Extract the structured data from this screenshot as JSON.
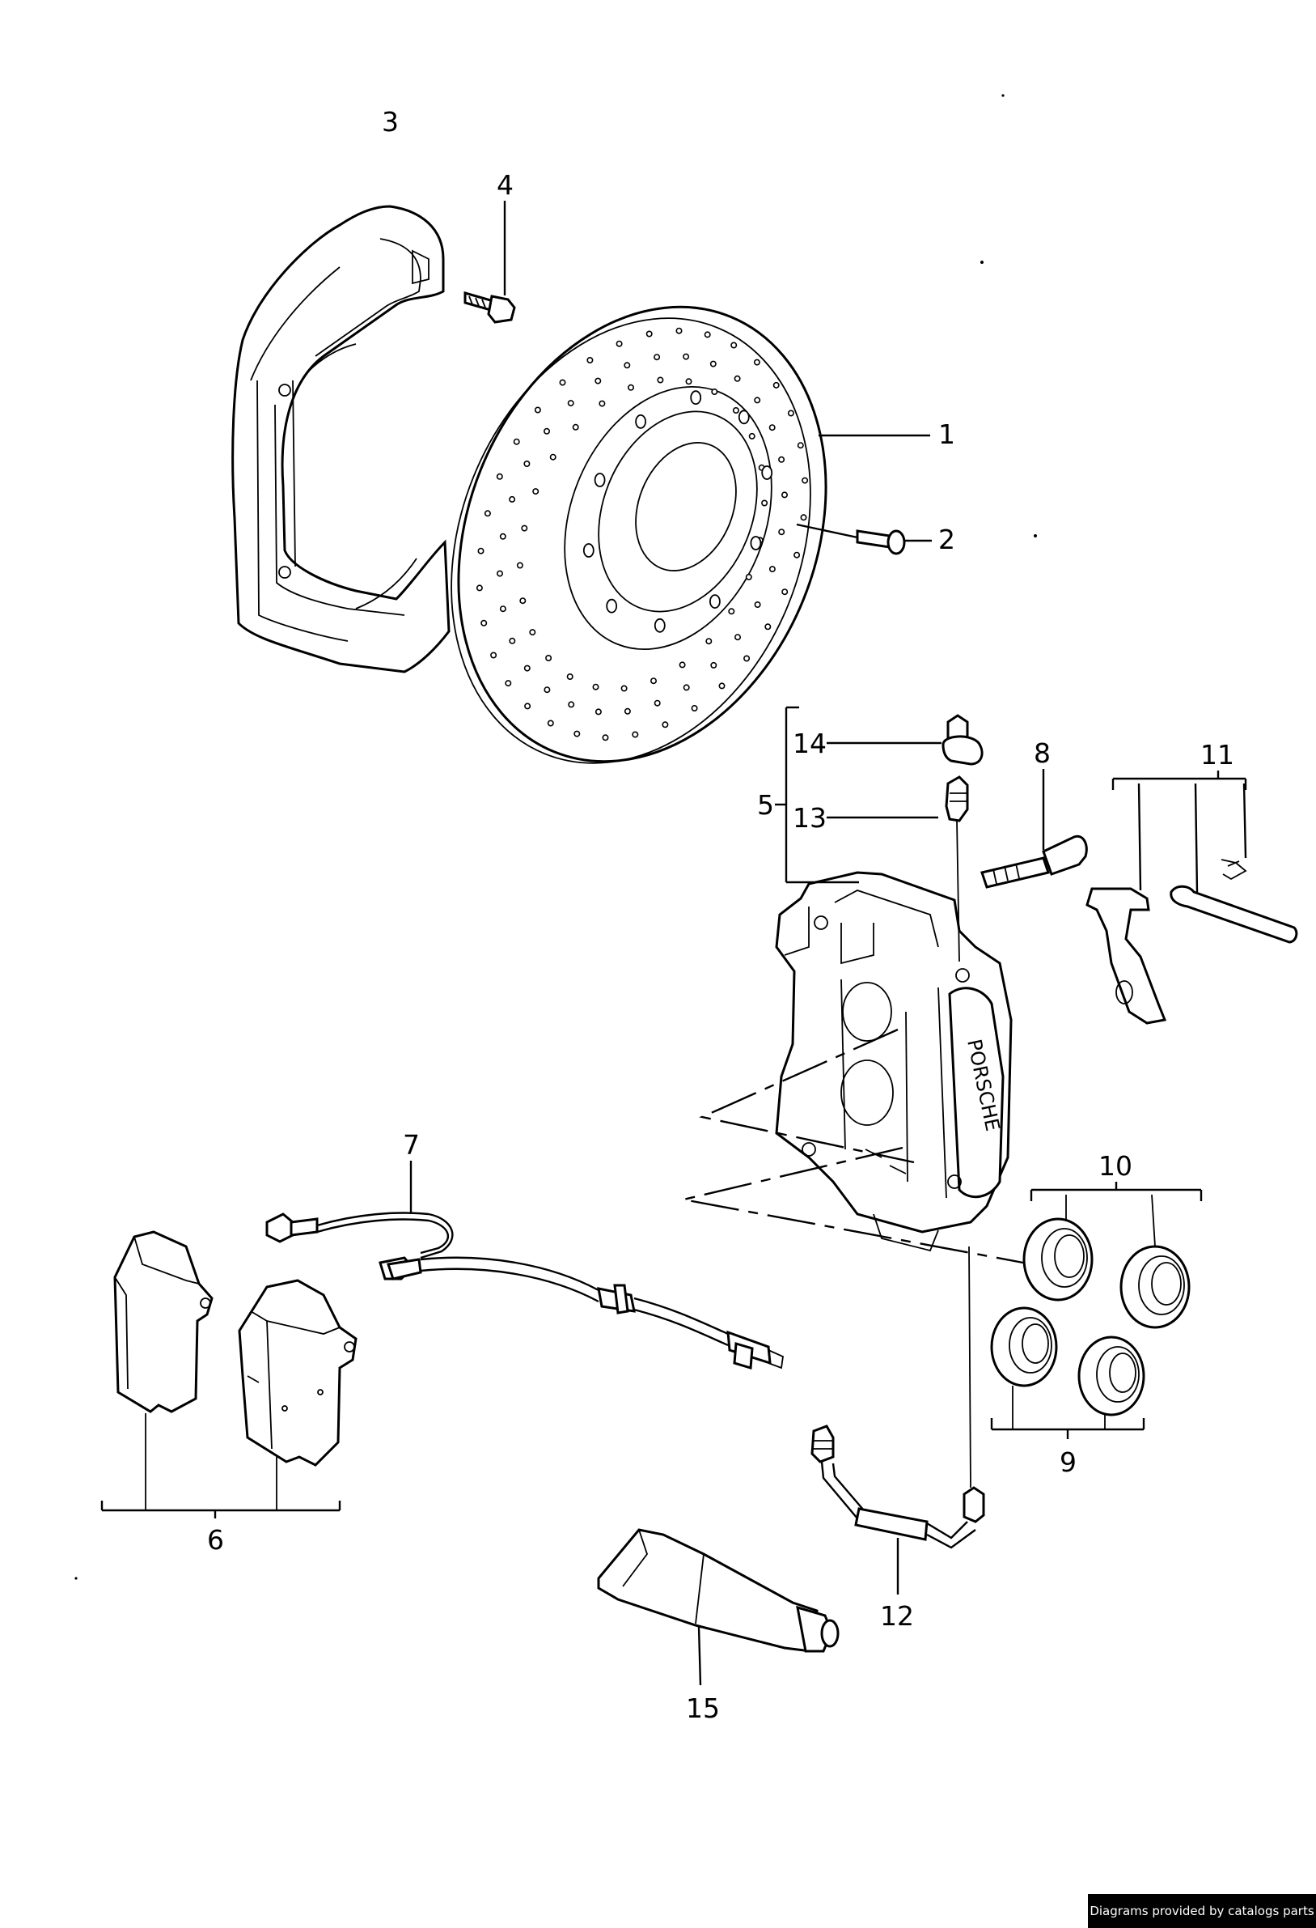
{
  "diagram": {
    "callouts": [
      "1",
      "2",
      "3",
      "4",
      "5",
      "6",
      "7",
      "8",
      "9",
      "10",
      "11",
      "12",
      "13",
      "14",
      "15"
    ],
    "brand_text": "PORSCHE",
    "credit": "Diagrams provided by catalogs parts"
  }
}
